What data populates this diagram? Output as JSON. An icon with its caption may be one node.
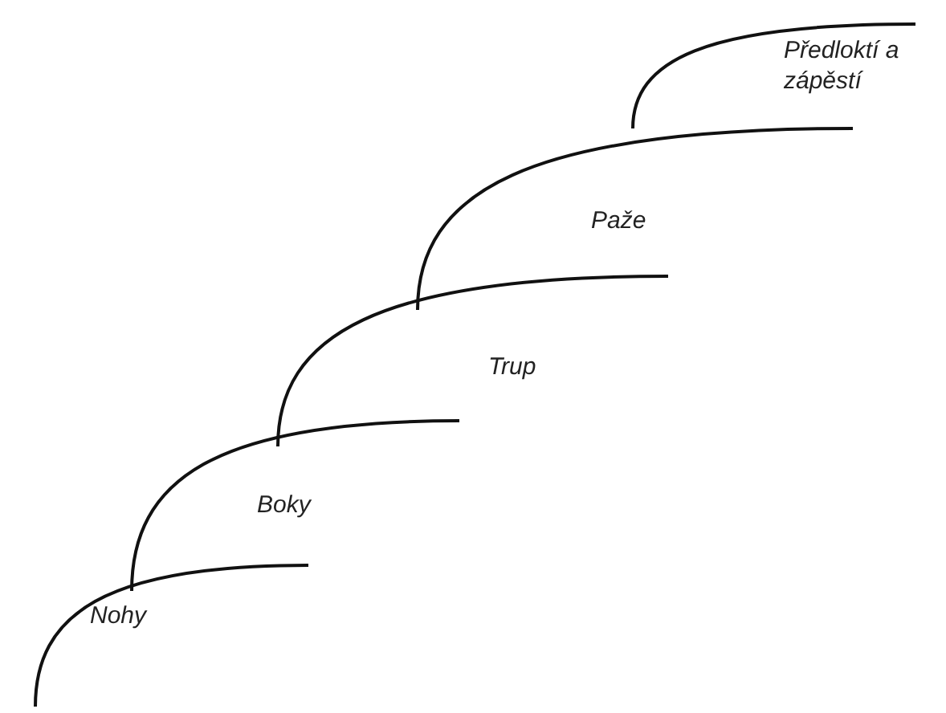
{
  "diagram": {
    "labels": [
      "Předloktí a zápěstí",
      "Paže",
      "Trup",
      "Boky",
      "Nohy"
    ]
  }
}
